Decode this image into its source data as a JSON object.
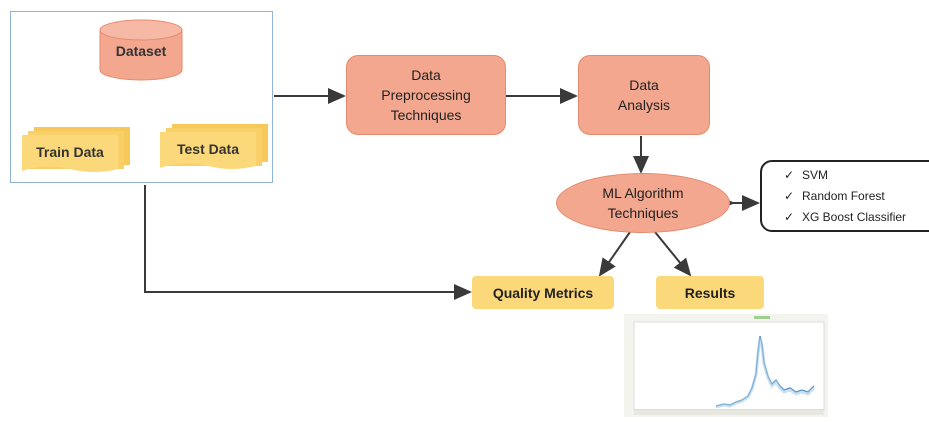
{
  "dataset": {
    "label": "Dataset",
    "train_label": "Train Data",
    "test_label": "Test Data"
  },
  "steps": {
    "preprocessing": "Data Preprocessing Techniques",
    "analysis": "Data Analysis",
    "ml": "ML Algorithm Techniques",
    "quality": "Quality Metrics",
    "results": "Results"
  },
  "algorithms": {
    "items": [
      "SVM",
      "Random Forest",
      "XG Boost Classifier"
    ],
    "check_glyph": "✓"
  },
  "colors": {
    "salmon": "#f3a78f",
    "yellow": "#fbd97a",
    "line": "#3a3a3a",
    "chart_line": "#4a8fc6"
  }
}
